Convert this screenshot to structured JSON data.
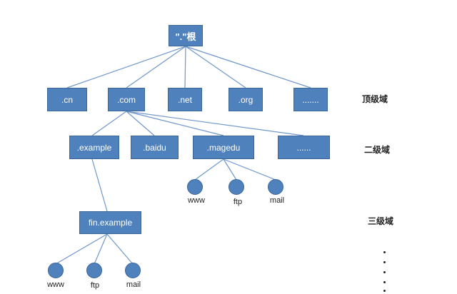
{
  "tree": {
    "root": {
      "label": "\".\"根"
    },
    "top_level": [
      ".cn",
      ".com",
      ".net",
      ".org",
      "......."
    ],
    "second_level": [
      ".example",
      ".baidu",
      ".magedu",
      "......"
    ],
    "magedu_hosts": [
      "www",
      "ftp",
      "mail"
    ],
    "third_level": [
      "fin.example"
    ],
    "fin_hosts": [
      "www",
      "ftp",
      "mail"
    ]
  },
  "level_labels": {
    "top": "顶级域",
    "second": "二级域",
    "third": "三级域"
  },
  "colors": {
    "node_fill": "#4f81bd",
    "node_border": "#3a6699",
    "edge": "#6f97cc"
  }
}
